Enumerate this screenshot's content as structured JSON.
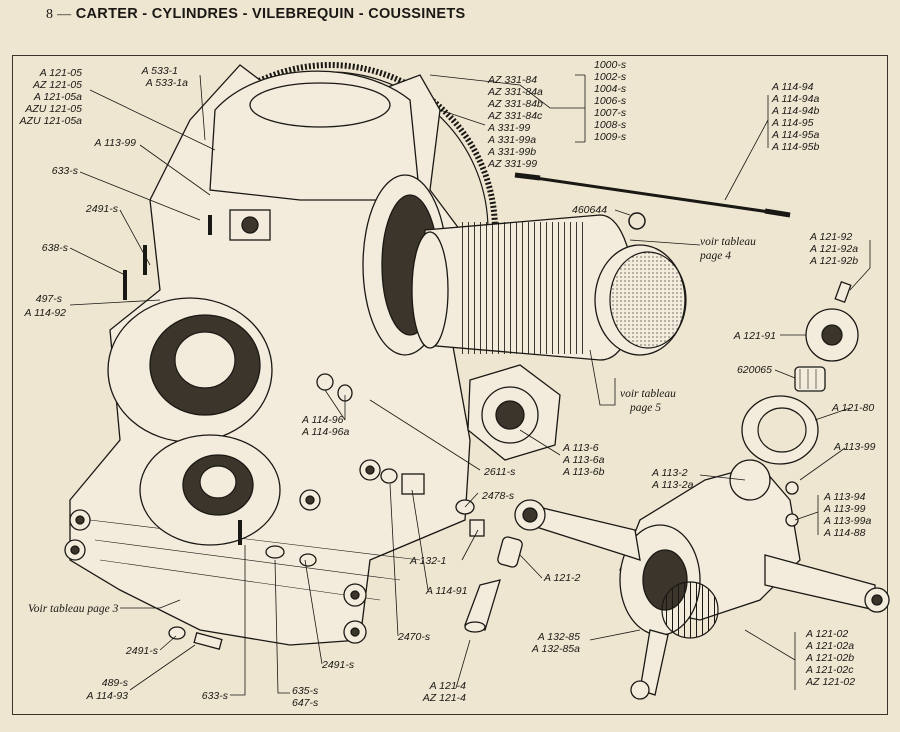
{
  "header": {
    "page_number": "8 —",
    "title": "CARTER - CYLINDRES - VILEBREQUIN - COUSSINETS"
  },
  "labels": {
    "carter_refs": [
      "A 121-05",
      "AZ 121-05",
      "A 121-05a",
      "AZU 121-05",
      "AZU 121-05a"
    ],
    "a533": [
      "A 533-1",
      "A 533-1a"
    ],
    "az331": [
      "AZ 331-84",
      "AZ 331-84a",
      "AZ 331-84b",
      "AZ 331-84c",
      "A 331-99",
      "A 331-99a",
      "A 331-99b",
      "AZ 331-99"
    ],
    "s1000": [
      "1000-s",
      "1002-s",
      "1004-s",
      "1006-s",
      "1007-s",
      "1008-s",
      "1009-s"
    ],
    "a11494": [
      "A 114-94",
      "A 114-94a",
      "A 114-94b",
      "A 114-95",
      "A 114-95a",
      "A 114-95b"
    ],
    "a11399_top": "A 113-99",
    "s633_top": "633-s",
    "s2491_top": "2491-s",
    "s638": "638-s",
    "s497": [
      "497-s",
      "A 114-92"
    ],
    "s460644": "460644",
    "voir_page4": [
      "voir tableau",
      "page 4"
    ],
    "a12192": [
      "A 121-92",
      "A 121-92a",
      "A 121-92b"
    ],
    "a12191": "A 121-91",
    "s620065": "620065",
    "voir_page5": [
      "voir tableau",
      "page 5"
    ],
    "a12180": "A 121-80",
    "a11496": [
      "A 114-96",
      "A 114-96a"
    ],
    "s2611": "2611-s",
    "a1136": [
      "A 113-6",
      "A 113-6a",
      "A 113-6b"
    ],
    "a11399_right": "A 113-99",
    "a1132": [
      "A 113-2",
      "A 113-2a"
    ],
    "s2478": "2478-s",
    "a1321": "A 132-1",
    "a11394": [
      "A 113-94",
      "A 113-99",
      "A 113-99a",
      "A 114-88"
    ],
    "a1212": "A 121-2",
    "a11491": "A 114-91",
    "voir_page3": "Voir tableau page 3",
    "s2470": "2470-s",
    "s2491_mid": "2491-s",
    "s2491_left": "2491-s",
    "s489": [
      "489-s",
      "A 114-93"
    ],
    "s633_bottom": "633-s",
    "s635": [
      "635-s",
      "647-s"
    ],
    "a1214": [
      "A 121-4",
      "AZ 121-4"
    ],
    "a13285": [
      "A 132-85",
      "A 132-85a"
    ],
    "a12102": [
      "A 121-02",
      "A 121-02a",
      "A 121-02b",
      "A 121-02c",
      "AZ 121-02"
    ]
  }
}
